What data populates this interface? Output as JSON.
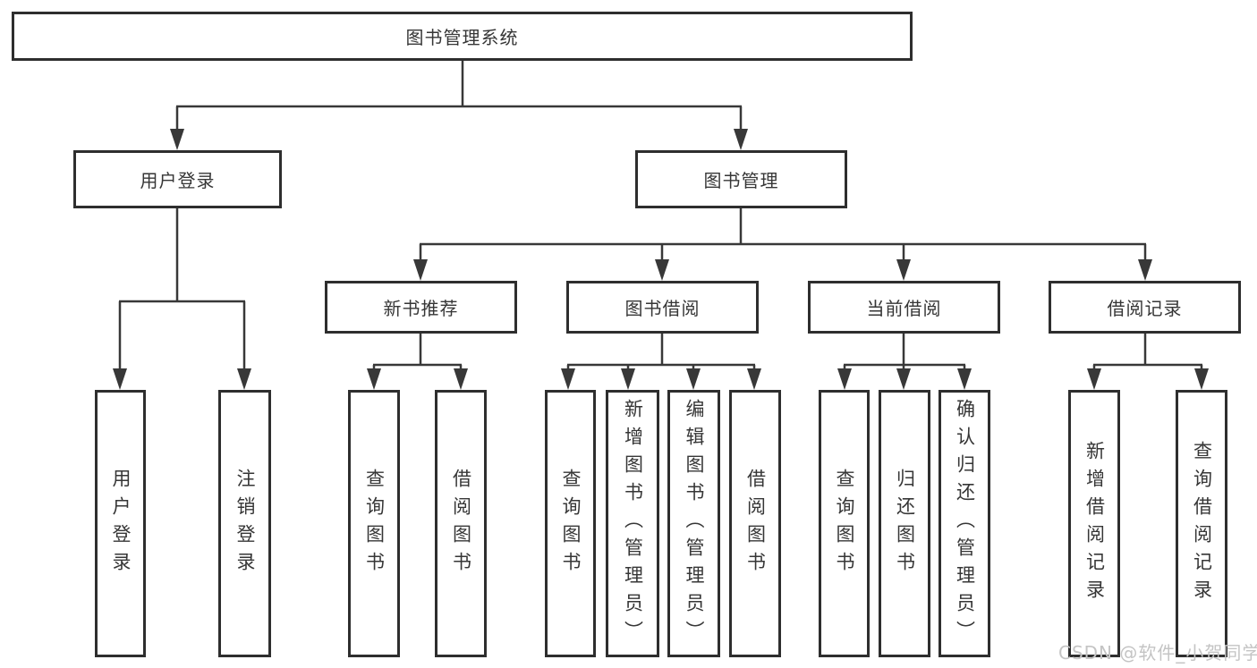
{
  "diagram": {
    "root": {
      "label": "图书管理系统"
    },
    "level2": {
      "user_login": {
        "label": "用户登录"
      },
      "book_management": {
        "label": "图书管理"
      }
    },
    "level3": {
      "new_book_recommend": {
        "label": "新书推荐"
      },
      "book_borrowing": {
        "label": "图书借阅"
      },
      "current_borrowing": {
        "label": "当前借阅"
      },
      "borrowing_records": {
        "label": "借阅记录"
      }
    },
    "leaves": {
      "user_login": {
        "label": "用户登录"
      },
      "logout": {
        "label": "注销登录"
      },
      "query_books_1": {
        "label": "查询图书"
      },
      "borrow_books_1": {
        "label": "借阅图书"
      },
      "query_books_2": {
        "label": "查询图书"
      },
      "add_books_admin": {
        "label": "新增图书（管理员）"
      },
      "edit_books_admin": {
        "label": "编辑图书（管理员）"
      },
      "borrow_books_2": {
        "label": "借阅图书"
      },
      "query_books_3": {
        "label": "查询图书"
      },
      "return_books": {
        "label": "归还图书"
      },
      "confirm_return_admin": {
        "label": "确认归还（管理员）"
      },
      "add_borrow_record": {
        "label": "新增借阅记录"
      },
      "query_borrow_record": {
        "label": "查询借阅记录"
      }
    },
    "watermark": "CSDN @软件_小贺同学",
    "colors": {
      "line": "#383838",
      "box_border": "#2e2e2e",
      "text": "#363636",
      "watermark": "#c4c4c4",
      "background": "#ffffff"
    }
  }
}
